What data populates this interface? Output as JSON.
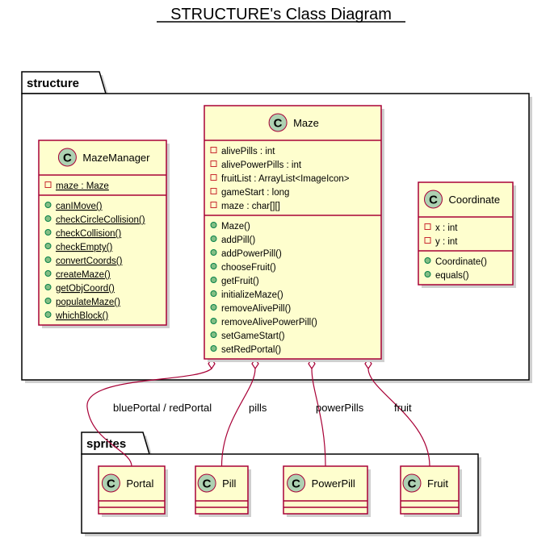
{
  "title": "STRUCTURE's Class Diagram",
  "colors": {
    "class_fill": "#FEFECE",
    "class_border": "#A80036",
    "badge_fill": "#ADD1B2",
    "badge_border": "#A80036",
    "public_dot": "#84BE84",
    "public_dot_border": "#038048",
    "private_marker": "#C82930",
    "package_fill": "#FFFFFF",
    "package_border": "#000000",
    "edge": "#A80036"
  },
  "packages": [
    {
      "id": "structure",
      "name": "structure"
    },
    {
      "id": "sprites",
      "name": "sprites"
    }
  ],
  "classes": [
    {
      "id": "MazeManager",
      "name": "MazeManager",
      "badge": "C",
      "fields": [
        {
          "visibility": "private",
          "text": "maze : Maze",
          "static": true
        }
      ],
      "methods": [
        {
          "visibility": "public",
          "text": "canIMove()",
          "static": true
        },
        {
          "visibility": "public",
          "text": "checkCircleCollision()",
          "static": true
        },
        {
          "visibility": "public",
          "text": "checkCollision()",
          "static": true
        },
        {
          "visibility": "public",
          "text": "checkEmpty()",
          "static": true
        },
        {
          "visibility": "public",
          "text": "convertCoords()",
          "static": true
        },
        {
          "visibility": "public",
          "text": "createMaze()",
          "static": true
        },
        {
          "visibility": "public",
          "text": "getObjCoord()",
          "static": true
        },
        {
          "visibility": "public",
          "text": "populateMaze()",
          "static": true
        },
        {
          "visibility": "public",
          "text": "whichBlock()",
          "static": true
        }
      ]
    },
    {
      "id": "Maze",
      "name": "Maze",
      "badge": "C",
      "fields": [
        {
          "visibility": "private",
          "text": "alivePills : int"
        },
        {
          "visibility": "private",
          "text": "alivePowerPills : int"
        },
        {
          "visibility": "private",
          "text": "fruitList : ArrayList<ImageIcon>"
        },
        {
          "visibility": "private",
          "text": "gameStart : long"
        },
        {
          "visibility": "private",
          "text": "maze : char[][]"
        }
      ],
      "methods": [
        {
          "visibility": "public",
          "text": "Maze()"
        },
        {
          "visibility": "public",
          "text": "addPill()"
        },
        {
          "visibility": "public",
          "text": "addPowerPill()"
        },
        {
          "visibility": "public",
          "text": "chooseFruit()"
        },
        {
          "visibility": "public",
          "text": "getFruit()"
        },
        {
          "visibility": "public",
          "text": "initializeMaze()"
        },
        {
          "visibility": "public",
          "text": "removeAlivePill()"
        },
        {
          "visibility": "public",
          "text": "removeAlivePowerPill()"
        },
        {
          "visibility": "public",
          "text": "setGameStart()"
        },
        {
          "visibility": "public",
          "text": "setRedPortal()"
        }
      ]
    },
    {
      "id": "Coordinate",
      "name": "Coordinate",
      "badge": "C",
      "fields": [
        {
          "visibility": "private",
          "text": "x : int"
        },
        {
          "visibility": "private",
          "text": "y : int"
        }
      ],
      "methods": [
        {
          "visibility": "public",
          "text": "Coordinate()"
        },
        {
          "visibility": "public",
          "text": "equals()"
        }
      ]
    },
    {
      "id": "Portal",
      "name": "Portal",
      "badge": "C",
      "fields": [],
      "methods": []
    },
    {
      "id": "Pill",
      "name": "Pill",
      "badge": "C",
      "fields": [],
      "methods": []
    },
    {
      "id": "PowerPill",
      "name": "PowerPill",
      "badge": "C",
      "fields": [],
      "methods": []
    },
    {
      "id": "Fruit",
      "name": "Fruit",
      "badge": "C",
      "fields": [],
      "methods": []
    }
  ],
  "relations": [
    {
      "from": "Maze",
      "to": "Portal",
      "kind": "aggregation",
      "label": "bluePortal / redPortal"
    },
    {
      "from": "Maze",
      "to": "Pill",
      "kind": "aggregation",
      "label": "pills"
    },
    {
      "from": "Maze",
      "to": "PowerPill",
      "kind": "aggregation",
      "label": "powerPills"
    },
    {
      "from": "Maze",
      "to": "Fruit",
      "kind": "aggregation",
      "label": "fruit"
    }
  ]
}
